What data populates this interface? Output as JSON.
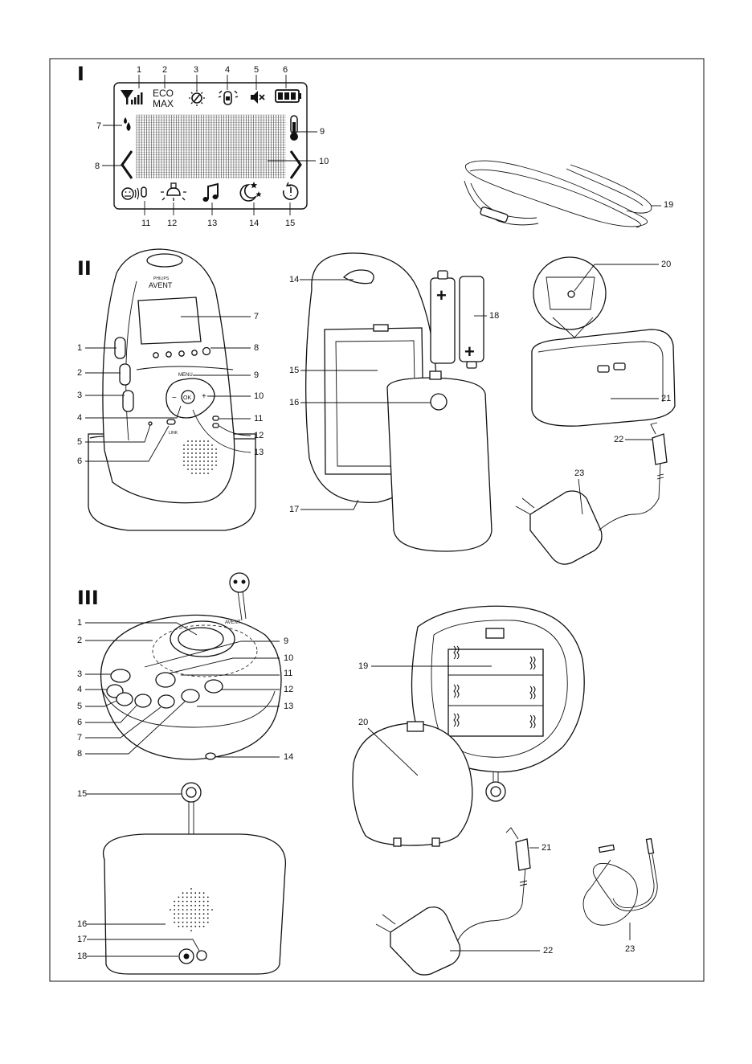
{
  "document": {
    "sections": [
      "I",
      "II",
      "III"
    ],
    "display_icons": {
      "eco_line1": "ECO",
      "eco_line2": "MAX",
      "icons": [
        "signal-strength-icon",
        "eco-max-icon",
        "night-light-icon",
        "baby-unit-icon",
        "mute-icon",
        "battery-icon",
        "droplet-icon",
        "temperature-icon",
        "arrow-left-icon",
        "arrow-right-icon",
        "talk-icon",
        "lamp-icon",
        "music-note-icon",
        "lullaby-moon-icon",
        "timer-icon"
      ]
    },
    "section_I_labels": [
      "1",
      "2",
      "3",
      "4",
      "5",
      "6",
      "7",
      "8",
      "9",
      "10",
      "11",
      "12",
      "13",
      "14",
      "15",
      "19"
    ],
    "section_II_labels": [
      "1",
      "2",
      "3",
      "4",
      "5",
      "6",
      "7",
      "8",
      "9",
      "10",
      "11",
      "12",
      "13",
      "14",
      "15",
      "16",
      "17",
      "18",
      "20",
      "21",
      "22",
      "23"
    ],
    "section_III_labels": [
      "1",
      "2",
      "3",
      "4",
      "5",
      "6",
      "7",
      "8",
      "9",
      "10",
      "11",
      "12",
      "13",
      "14",
      "15",
      "16",
      "17",
      "18",
      "19",
      "20",
      "21",
      "22",
      "23"
    ],
    "device_text": {
      "brand_small": "PHILIPS",
      "brand": "AVENT",
      "menu": "MENU",
      "ok": "OK",
      "plus": "+",
      "minus": "−",
      "link": "LINK",
      "battery_plus": "+"
    }
  }
}
